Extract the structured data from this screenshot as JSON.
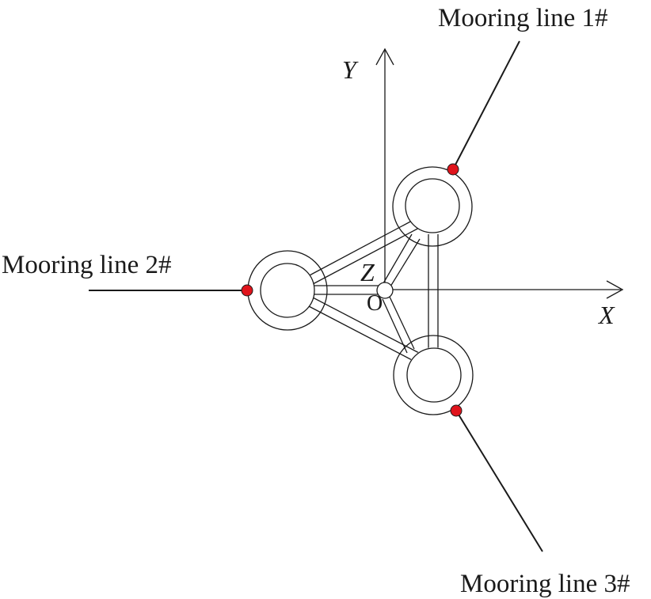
{
  "axes": {
    "x_label": "X",
    "y_label": "Y",
    "z_label": "Z",
    "origin_label": "O"
  },
  "mooring_lines": [
    {
      "label": "Mooring line 1#"
    },
    {
      "label": "Mooring line 2#"
    },
    {
      "label": "Mooring line 3#"
    }
  ],
  "colors": {
    "fairlead": "#e0141c",
    "line": "#1a1a1a"
  }
}
